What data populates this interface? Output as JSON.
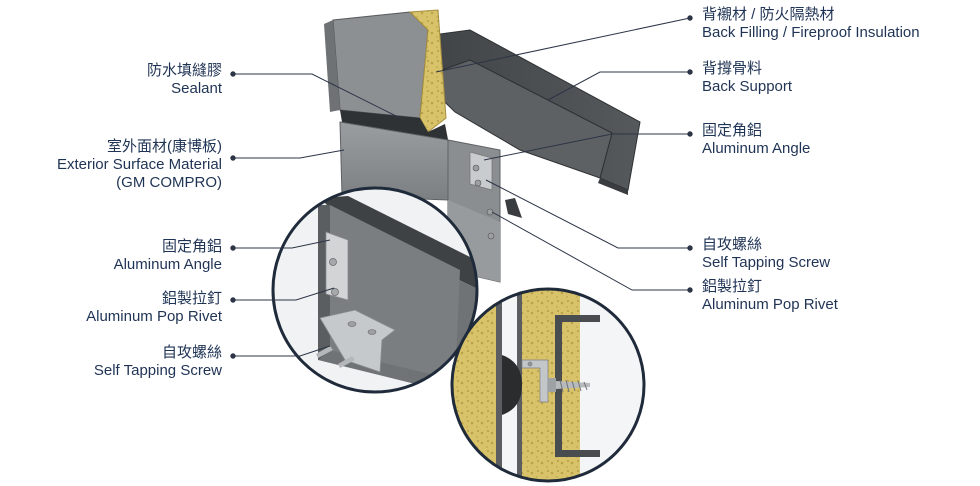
{
  "labels": {
    "back_filling": {
      "zh": "背襯材 / 防火隔熱材",
      "en": "Back Filling / Fireproof Insulation"
    },
    "back_support": {
      "zh": "背撐骨料",
      "en": "Back Support"
    },
    "aluminum_angle_right": {
      "zh": "固定角鋁",
      "en": "Aluminum Angle"
    },
    "self_tapping_right": {
      "zh": "自攻螺絲",
      "en": "Self Tapping Screw"
    },
    "pop_rivet_right": {
      "zh": "鋁製拉釘",
      "en": "Aluminum Pop Rivet"
    },
    "sealant": {
      "zh": "防水填縫膠",
      "en": "Sealant"
    },
    "exterior": {
      "zh": "室外面材(康博板)",
      "en": "Exterior Surface Material",
      "en2": "(GM COMPRO)"
    },
    "aluminum_angle_left": {
      "zh": "固定角鋁",
      "en": "Aluminum Angle"
    },
    "pop_rivet_left": {
      "zh": "鋁製拉釘",
      "en": "Aluminum Pop Rivet"
    },
    "self_tapping_left": {
      "zh": "自攻螺絲",
      "en": "Self Tapping Screw"
    }
  },
  "colors": {
    "text": "#1f3354",
    "panel_grey": "#7d8184",
    "panel_dark": "#4a4d50",
    "insulation": "#d9c46a",
    "circle_border": "#1f2a3a"
  }
}
